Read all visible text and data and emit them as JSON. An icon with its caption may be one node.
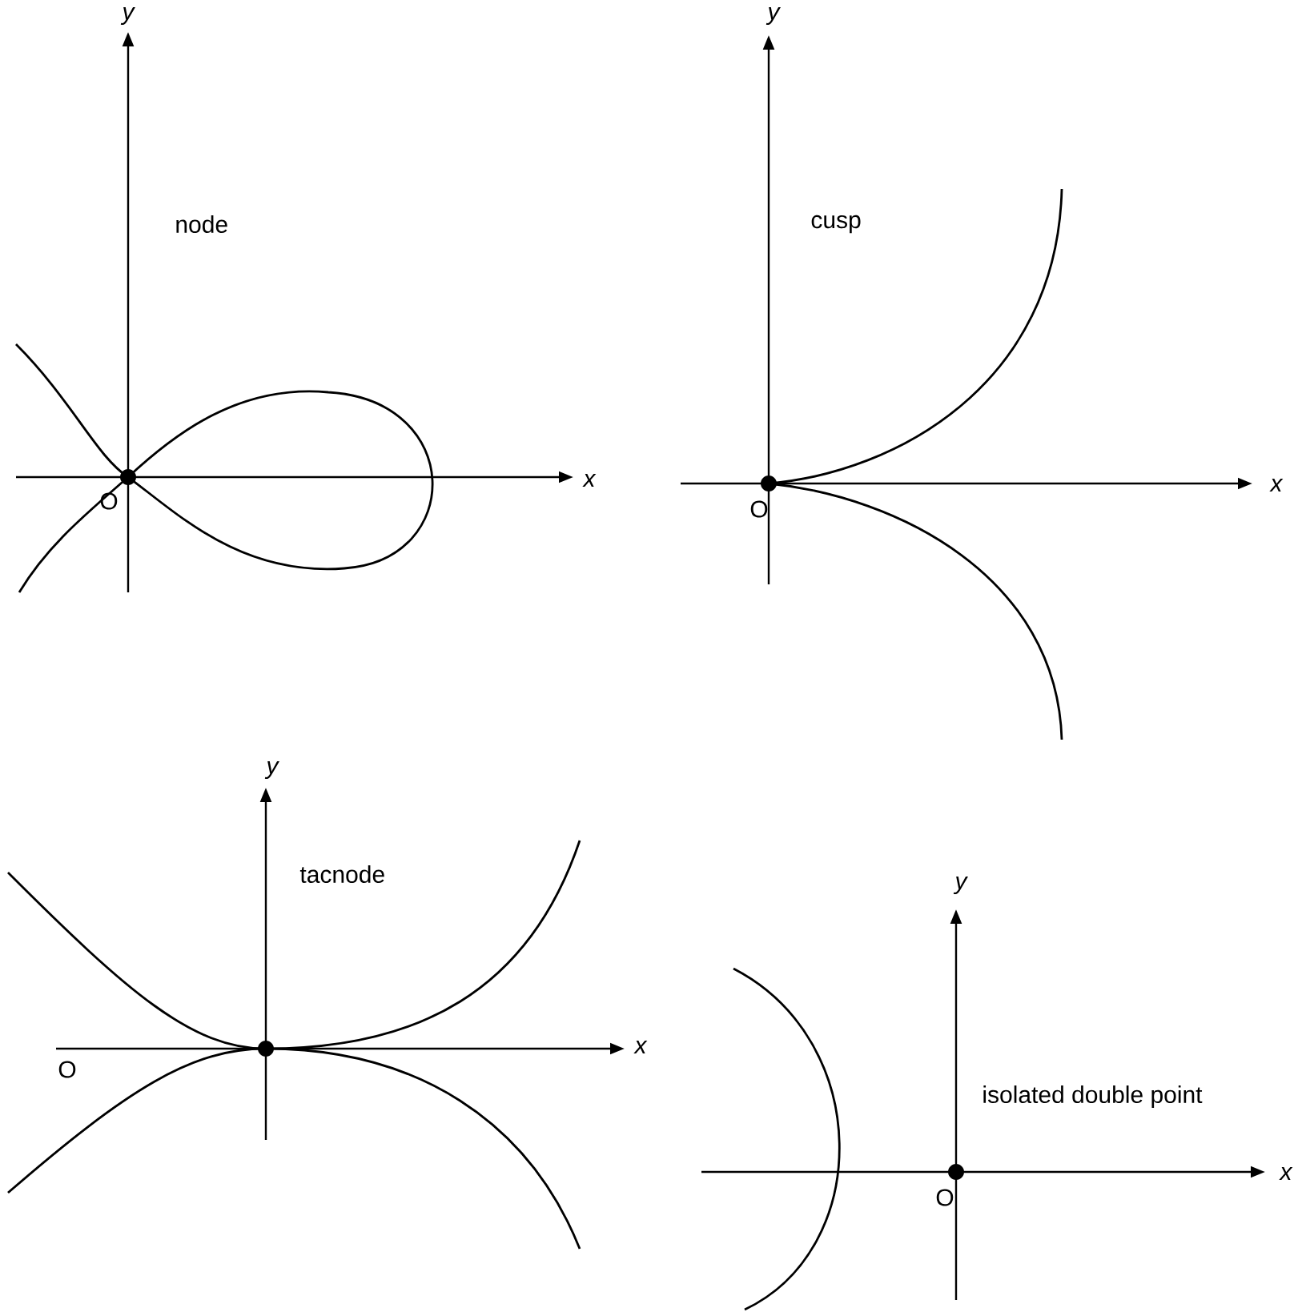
{
  "diagram": {
    "labels": [
      "y",
      "node",
      "x",
      "O",
      "y",
      "cusp",
      "x",
      "O",
      "y",
      "tacnode",
      "x",
      "O",
      "y",
      "isolated double point",
      "x",
      "O"
    ]
  }
}
